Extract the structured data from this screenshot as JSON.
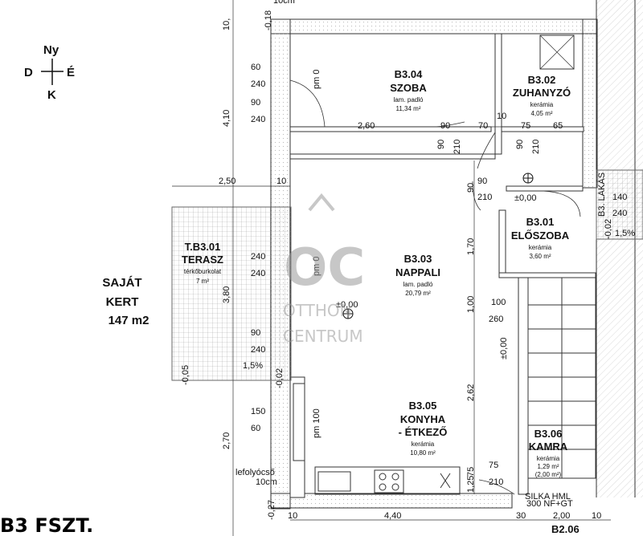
{
  "compass": {
    "north": "Ny",
    "west": "D",
    "east": "É",
    "south": "K"
  },
  "sheet_title": "B3 FSZT.",
  "garden": {
    "line1": "SAJÁT",
    "line2": "KERT",
    "line3": "147 m2"
  },
  "rooms": {
    "szoba": {
      "code": "B3.04",
      "name": "SZOBA",
      "floor": "lam. padló",
      "area": "11,34 m²"
    },
    "zuhanyzo": {
      "code": "B3.02",
      "name": "ZUHANYZÓ",
      "floor": "kerámia",
      "area": "4,05 m²"
    },
    "eloszoba": {
      "code": "B3.01",
      "name": "ELŐSZOBA",
      "floor": "kerámia",
      "area": "3,60 m²"
    },
    "nappali": {
      "code": "B3.03",
      "name": "NAPPALI",
      "floor": "lam. padló",
      "area": "20,79 m²"
    },
    "konyha": {
      "code": "B3.05",
      "name1": "KONYHA",
      "name2": "- ÉTKEZŐ",
      "floor": "kerámia",
      "area": "10,80 m²"
    },
    "kamra": {
      "code": "B3.06",
      "name": "KAMRA",
      "floor": "kerámia",
      "area": "1,29 m²",
      "extra": "(2,00 m²)"
    },
    "terasz": {
      "code": "T.B3.01",
      "name": "TERASZ",
      "floor": "térkőburkolat",
      "area": "7 m²"
    }
  },
  "levels": {
    "top": "-0,18",
    "entry": "±0,00",
    "living": "±0,00",
    "stair": "±0,00",
    "terrace": "-0,05",
    "kitchen_door": "-0,02",
    "entry_right": "-0,02",
    "bottom": "-0,27"
  },
  "slopes": {
    "terrace": "1,5%",
    "entry": "1,5%"
  },
  "labels": {
    "pm0_a": "pm 0",
    "pm0_b": "pm 0",
    "pm100": "pm 100",
    "drain1": "lefolyócső",
    "drain2": "10cm",
    "silka": "SILKA HML",
    "silka2": "300 NF+GT",
    "b3lakas": "B3. LAKÁS",
    "b206": "B2.06",
    "wall_top": "10cm"
  },
  "dims": {
    "left_90_top": "10,",
    "left_410": "4,10",
    "left_380": "3,80",
    "left_270": "2,70",
    "w250": "2,50",
    "w10": "10",
    "w260": "2,60",
    "w90a": "90",
    "w70": "70",
    "w10b": "10",
    "w75": "75",
    "w65": "65",
    "v90": "90",
    "v210": "210",
    "v90b": "90",
    "v210b": "210",
    "d90": "90",
    "d210": "210",
    "d90b": "90",
    "d210b": "210",
    "v170": "1,70",
    "v100": "1,00",
    "v262": "2,62",
    "v75": "75",
    "v125": "1,25",
    "b440": "4,40",
    "b10": "10",
    "b30": "30",
    "b200": "2,00",
    "b10b": "10",
    "win60": "60",
    "win240": "240",
    "win90": "90",
    "win240b": "240",
    "ter240": "240",
    "ter240b": "240",
    "ter90": "90",
    "ter240c": "240",
    "k150": "150",
    "k60": "60",
    "st100": "100",
    "st260": "260",
    "e140": "140",
    "e240": "240",
    "km75": "75",
    "km210": "210"
  },
  "watermark": {
    "line1": "OTTHON",
    "line2": "CENTRUM"
  }
}
